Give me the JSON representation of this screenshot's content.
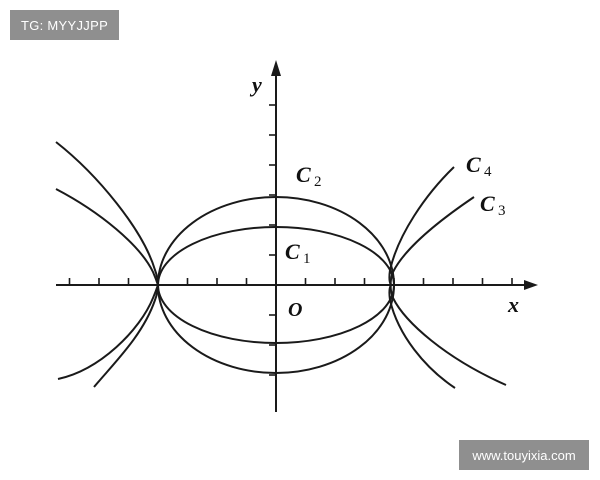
{
  "watermarks": {
    "top_left": "TG: MYYJJPP",
    "bottom_right": "www.touyixia.com"
  },
  "axes": {
    "x_label": "x",
    "y_label": "y",
    "origin_label": "O"
  },
  "curves": [
    {
      "name": "C",
      "sub": "1"
    },
    {
      "name": "C",
      "sub": "2"
    },
    {
      "name": "C",
      "sub": "3"
    },
    {
      "name": "C",
      "sub": "4"
    }
  ],
  "colors": {
    "stroke": "#1a1a1a",
    "badge_background": "#8f8f8f",
    "badge_text": "#ffffff"
  }
}
